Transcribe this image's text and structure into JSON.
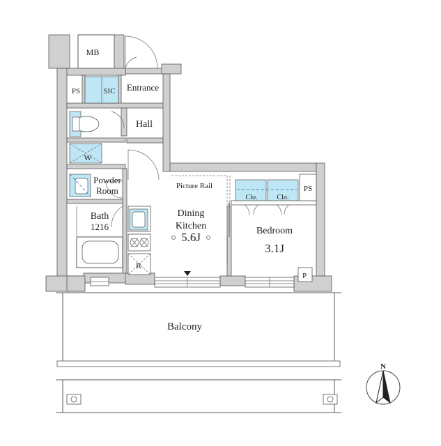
{
  "labels": {
    "mb": "MB",
    "ps_left": "PS",
    "sic": "SIC",
    "entrance": "Entrance",
    "hall": "Hall",
    "w": "W",
    "powder_line1": "Powder",
    "powder_line2": "Room",
    "bath_line1": "Bath",
    "bath_line2": "1216",
    "picture_rail": "Picture Rail",
    "ps_right": "PS",
    "clo1": "Clo.",
    "clo2": "Clo.",
    "dining_line1": "Dining",
    "dining_line2": "Kitchen",
    "dining_size": "5.6J",
    "bedroom": "Bedroom",
    "bedroom_size": "3.1J",
    "r": "R",
    "p": "P",
    "balcony": "Balcony",
    "north": "N"
  },
  "colors": {
    "wall": "#d0d0d0",
    "fixture_blue": "#bfe6f5"
  }
}
